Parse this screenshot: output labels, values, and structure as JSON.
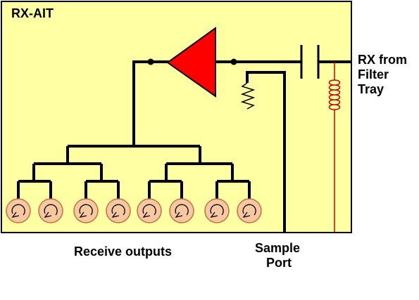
{
  "title": "RX-AIT",
  "rx_label": [
    "RX from",
    "Filter",
    "Tray"
  ],
  "receive_outputs_label": "Receive outputs",
  "sample_port_label": [
    "Sample",
    "Port"
  ],
  "colors": {
    "panel_fill": "#ffffa3",
    "amplifier": "#ff0000",
    "wire": "#000000",
    "filter_coil": "#cc0000",
    "connector_fill": "#f8c8a0",
    "connector_stroke": "#c07040"
  },
  "receive_output_count": 8
}
